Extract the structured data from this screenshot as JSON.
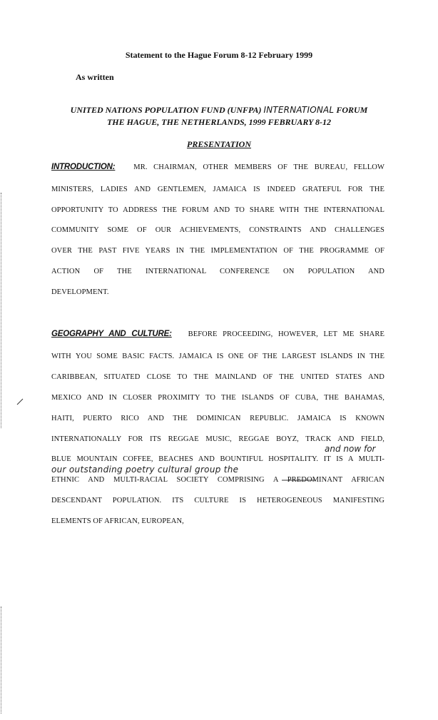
{
  "document": {
    "title": "Statement to the Hague Forum 8-12 February 1999",
    "as_written": "As written",
    "heading_line1_prefix": "UNITED NATIONS POPULATION FUND (UNFPA)",
    "heading_line1_hand": "INTERNATIONAL",
    "heading_line1_suffix": "FORUM",
    "heading_line2": "THE HAGUE, THE NETHERLANDS, 1999 FEBRUARY 8-12",
    "presentation": "PRESENTATION",
    "intro_heading": "INTRODUCTION:",
    "intro_lines": [
      "MR. CHAIRMAN, OTHER MEMBERS OF THE BUREAU, FELLOW",
      "MINISTERS, LADIES AND GENTLEMEN, JAMAICA IS INDEED GRATEFUL FOR THE",
      "OPPORTUNITY TO ADDRESS THE FORUM AND TO SHARE WITH THE INTERNATIONAL",
      "COMMUNITY SOME OF OUR ACHIEVEMENTS, CONSTRAINTS AND CHALLENGES",
      "OVER THE PAST FIVE YEARS IN THE IMPLEMENTATION OF THE PROGRAMME OF",
      "ACTION OF THE INTERNATIONAL CONFERENCE ON POPULATION AND",
      "DEVELOPMENT."
    ],
    "geo_heading": "GEOGRAPHY AND CULTURE:",
    "geo_lines": [
      "BEFORE PROCEEDING, HOWEVER, LET ME SHARE",
      "WITH YOU SOME BASIC FACTS. JAMAICA IS ONE OF THE LARGEST ISLANDS IN THE",
      "CARIBBEAN, SITUATED CLOSE TO THE MAINLAND OF THE UNITED STATES AND",
      "MEXICO AND IN CLOSER PROXIMITY TO THE ISLANDS OF CUBA, THE BAHAMAS,",
      "HAITI, PUERTO RICO AND THE DOMINICAN REPUBLIC. JAMAICA IS KNOWN",
      "INTERNATIONALLY FOR ITS REGGAE MUSIC, REGGAE BOYZ, TRACK AND FIELD,",
      "BLUE MOUNTAIN COFFEE, BEACHES AND BOUNTIFUL HOSPITALITY. IT IS A MULTI-",
      "ETHNIC AND MULTI-RACIAL SOCIETY COMPRISING A PREDOMINANT AFRICAN",
      "DESCENDANT POPULATION. ITS CULTURE IS HETEROGENEOUS MANIFESTING",
      "ELEMENTS OF AFRICAN, EUROPEAN,"
    ],
    "handwritten_note_1": "and now for",
    "handwritten_note_2": "our outstanding poetry cultural group the"
  }
}
